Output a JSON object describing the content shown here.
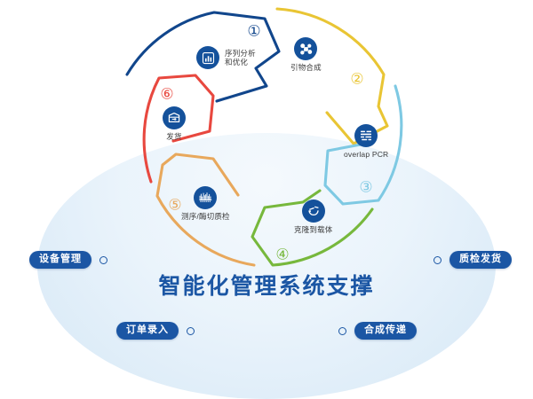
{
  "title": "智能化管理系统支撑",
  "colors": {
    "brand_blue": "#1b56a4",
    "icon_circle": "#14519b",
    "seg1": "#11468c",
    "seg2": "#e9c534",
    "seg3": "#7ec9e3",
    "seg4": "#77b83c",
    "seg5": "#e8a85c",
    "seg6": "#e8483f",
    "background": "#ffffff",
    "dome": "#e4f0fa"
  },
  "steps": [
    {
      "number": "①",
      "label": "序列分析\n和优化",
      "icon": "bar-chart-icon",
      "color": "#11468c"
    },
    {
      "number": "②",
      "label": "引物合成",
      "icon": "molecule-icon",
      "color": "#e9c534"
    },
    {
      "number": "③",
      "label": "overlap PCR",
      "icon": "gel-bands-icon",
      "color": "#7ec9e3"
    },
    {
      "number": "④",
      "label": "克隆到载体",
      "icon": "plasmid-icon",
      "color": "#77b83c"
    },
    {
      "number": "⑤",
      "label": "测序/酶切质检",
      "icon": "chromatogram-icon",
      "color": "#e8a85c"
    },
    {
      "number": "⑥",
      "label": "发货",
      "icon": "package-box-icon",
      "color": "#e8483f"
    }
  ],
  "pills": [
    {
      "label": "设备管理"
    },
    {
      "label": "质检发货"
    },
    {
      "label": "订单录入"
    },
    {
      "label": "合成传递"
    }
  ]
}
